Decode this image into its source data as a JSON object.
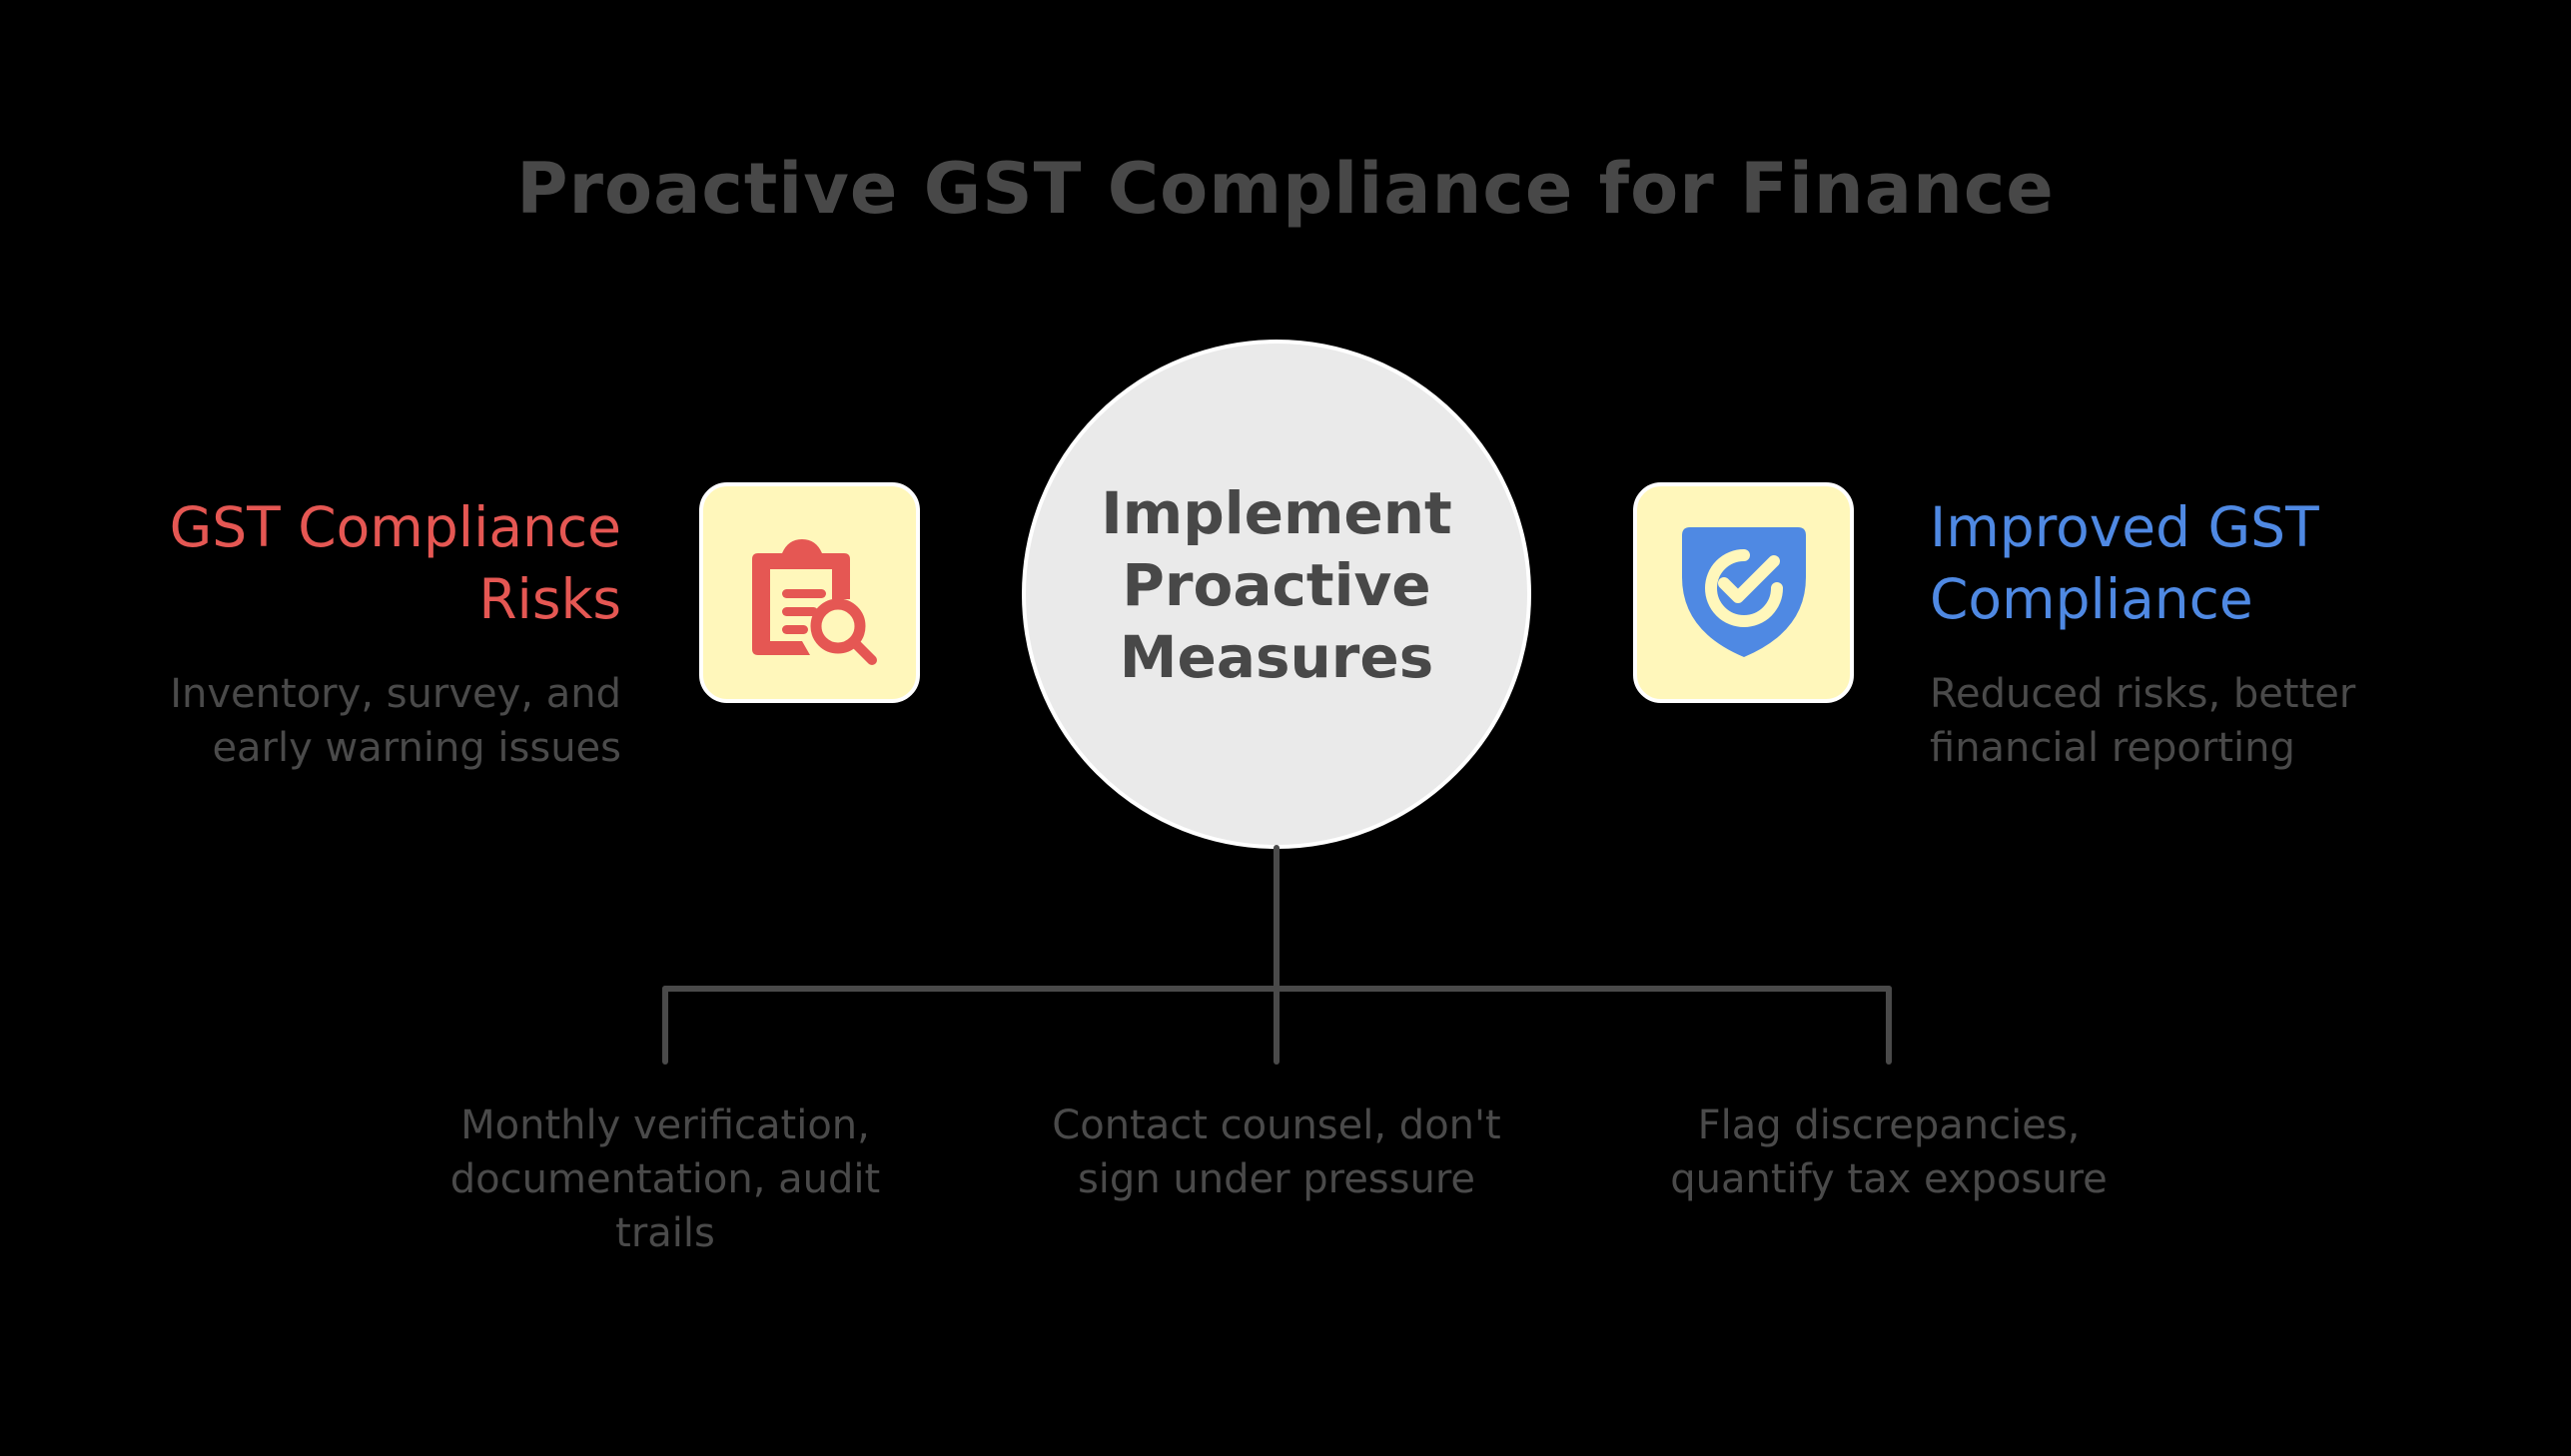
{
  "title": "Proactive GST Compliance for Finance",
  "colors": {
    "background": "#000000",
    "text_dark": "#484848",
    "risk_red": "#E55753",
    "improved_blue": "#4F89E3",
    "icon_box_fill": "#FFF7BB",
    "circle_fill": "#EAEAEA",
    "connector": "#4A4A4A"
  },
  "left": {
    "title": "GST Compliance Risks",
    "description": "Inventory, survey, and early warning issues",
    "icon": "clipboard-search-icon"
  },
  "center": {
    "label": "Implement Proactive Measures"
  },
  "right": {
    "title": "Improved GST Compliance",
    "description": "Reduced risks, better financial reporting",
    "icon": "shield-check-icon"
  },
  "branches": [
    {
      "text": "Monthly verification, documentation, audit trails"
    },
    {
      "text": "Contact counsel, don't sign under pressure"
    },
    {
      "text": "Flag discrepancies, quantify tax exposure"
    }
  ]
}
